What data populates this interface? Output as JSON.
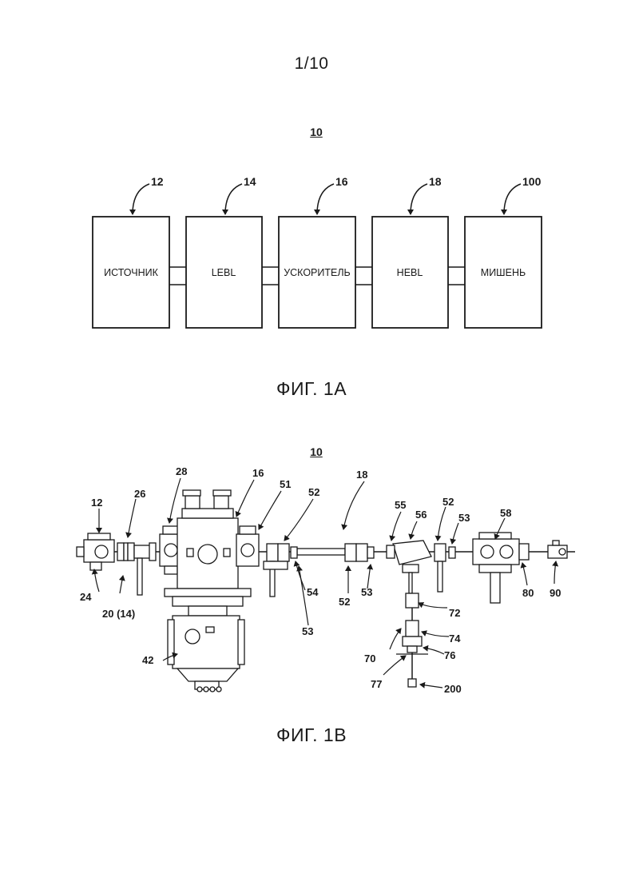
{
  "page": {
    "number": "1/10"
  },
  "fig_1a": {
    "ref": "10",
    "caption": "ФИГ. 1A",
    "blocks": [
      {
        "label": "ИСТОЧНИК",
        "num": "12"
      },
      {
        "label": "LEBL",
        "num": "14"
      },
      {
        "label": "УСКОРИТЕЛЬ",
        "num": "16"
      },
      {
        "label": "HEBL",
        "num": "18"
      },
      {
        "label": "МИШЕНЬ",
        "num": "100"
      }
    ]
  },
  "fig_1b": {
    "ref": "10",
    "caption": "ФИГ. 1B",
    "labels": {
      "n12": "12",
      "n26": "26",
      "n28": "28",
      "n16": "16",
      "n51": "51",
      "n52a": "52",
      "n18": "18",
      "n55": "55",
      "n56": "56",
      "n52b": "52",
      "n53a": "53",
      "n58": "58",
      "n24": "24",
      "n20": "20 (14)",
      "n54": "54",
      "n53b": "53",
      "n52c": "52",
      "n53c": "53",
      "n72": "72",
      "n74": "74",
      "n70": "70",
      "n76": "76",
      "n77": "77",
      "n200": "200",
      "n80": "80",
      "n90": "90",
      "n42": "42"
    }
  }
}
